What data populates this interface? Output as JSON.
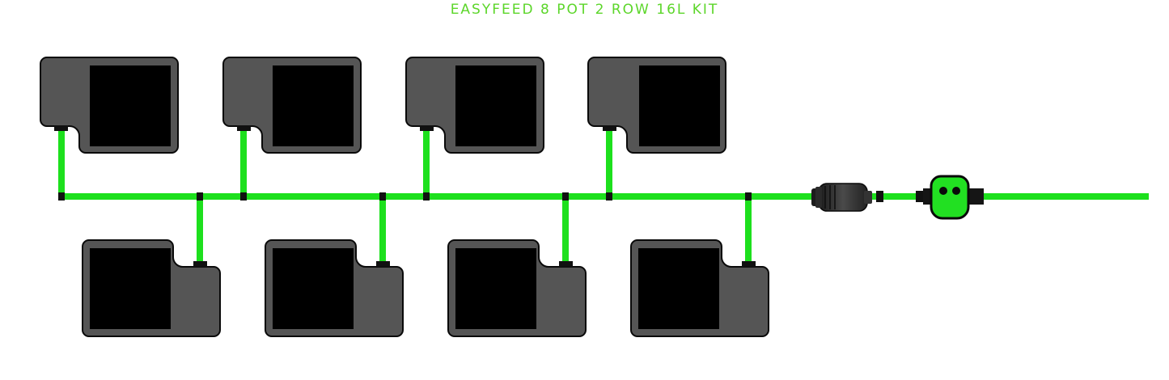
{
  "title": "EASYFEED 8 POT 2 ROW 16L KIT",
  "colors": {
    "tube": "#1de01d",
    "fitting": "#111111",
    "pot_body": "#555555",
    "pot_outline": "#0a0a0a",
    "pot_insert": "#000000",
    "valve_body": "#22e022",
    "title": "#5cd62a"
  },
  "components": {
    "pots_top_row": [
      "pot",
      "pot",
      "pot",
      "pot"
    ],
    "pots_bottom_row": [
      "pot",
      "pot",
      "pot",
      "pot"
    ],
    "filter_icon": "inline-filter-icon",
    "valve_icon": "tap-connector-icon"
  }
}
